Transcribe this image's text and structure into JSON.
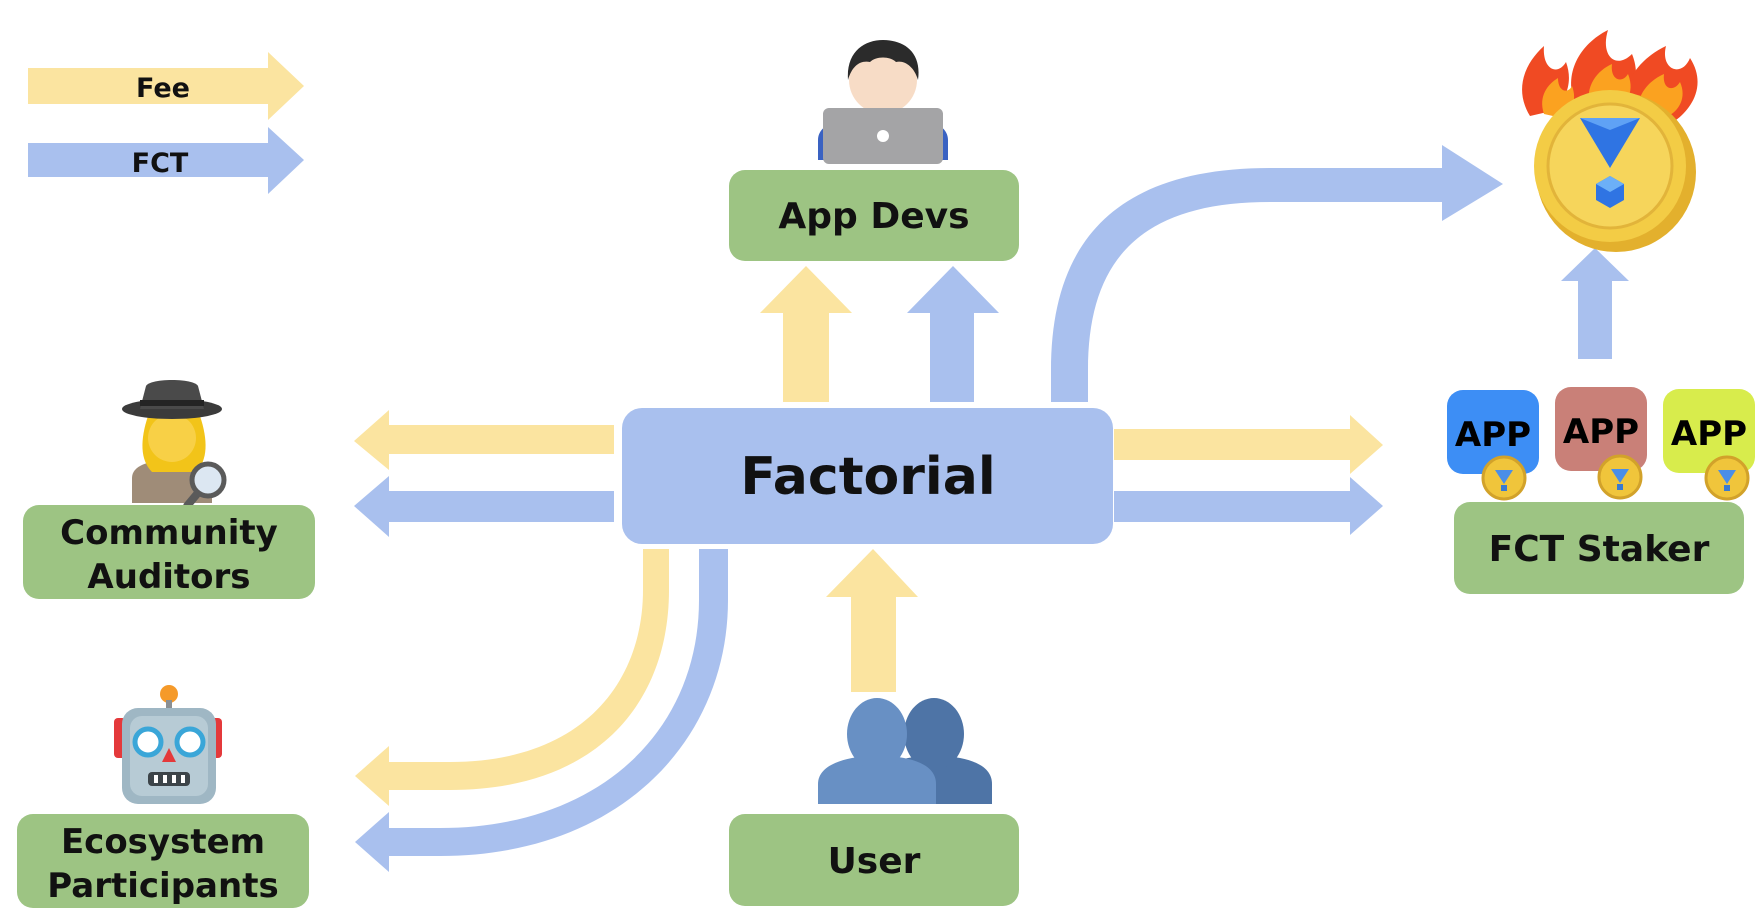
{
  "legend": {
    "fee_label": "Fee",
    "fct_label": "FCT"
  },
  "nodes": {
    "center": "Factorial",
    "app_devs": "App Devs",
    "community_auditors_line1": "Community",
    "community_auditors_line2": "Auditors",
    "ecosystem_participants_line1": "Ecosystem",
    "ecosystem_participants_line2": "Participants",
    "user": "User",
    "fct_staker": "FCT Staker"
  },
  "apps": [
    {
      "label": "APP",
      "color": "#3d8ef5"
    },
    {
      "label": "APP",
      "color": "#c98078"
    },
    {
      "label": "APP",
      "color": "#d8ec4c"
    }
  ],
  "icons": {
    "app_devs": "developer-laptop-icon",
    "community_auditors": "detective-icon",
    "ecosystem_participants": "robot-icon",
    "user": "users-silhouette-icon",
    "burn": "burning-coin-icon"
  },
  "colors": {
    "fee": "#fbe4a0",
    "fct": "#a9c0ee",
    "node_box": "#9dc483",
    "center_box": "#a9c0ee"
  }
}
